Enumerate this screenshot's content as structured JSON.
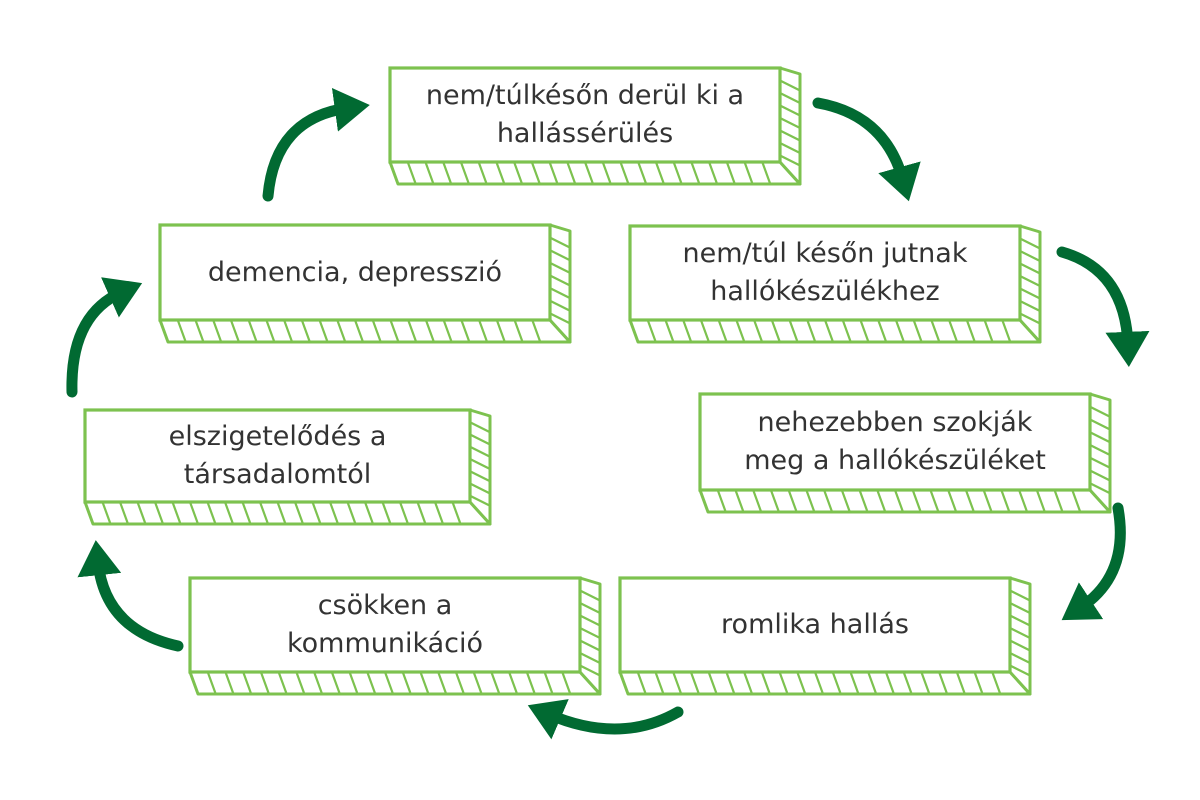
{
  "colors": {
    "box_stroke": "#7dc24f",
    "arrow": "#016a32",
    "text": "#333333"
  },
  "steps": [
    {
      "lines": [
        "nem/túlkésőn derül ki a",
        "hallássérülés"
      ]
    },
    {
      "lines": [
        "nem/túl későn jutnak",
        "hallókészülékhez"
      ]
    },
    {
      "lines": [
        "nehezebben szokják",
        "meg a hallókészüléket"
      ]
    },
    {
      "lines": [
        "romlika hallás"
      ]
    },
    {
      "lines": [
        "csökken a",
        "kommunikáció"
      ]
    },
    {
      "lines": [
        "elszigetelődés a",
        "társadalomtól"
      ]
    },
    {
      "lines": [
        "demencia, depresszió"
      ]
    }
  ]
}
